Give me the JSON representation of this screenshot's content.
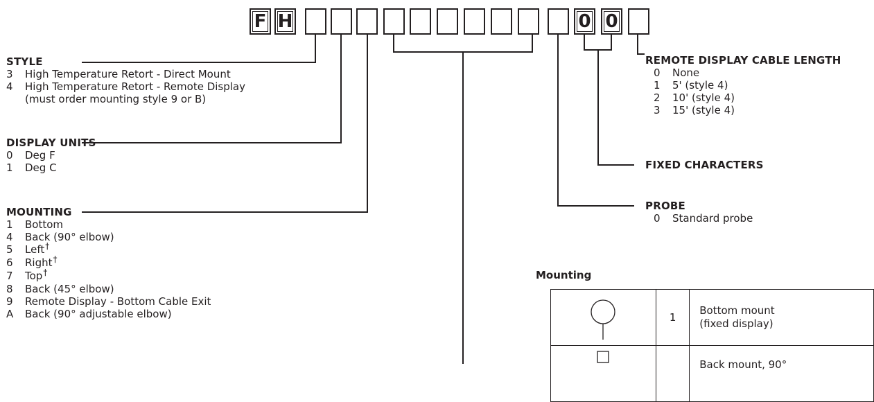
{
  "code_boxes": [
    "F",
    "H",
    "",
    "",
    "",
    "",
    "",
    "",
    "",
    "",
    "",
    "",
    "0",
    "0",
    ""
  ],
  "style": {
    "heading": "STYLE",
    "items": [
      {
        "code": "3",
        "label": "High Temperature Retort - Direct Mount"
      },
      {
        "code": "4",
        "label": "High Temperature Retort - Remote Display"
      }
    ],
    "note": "(must order mounting style 9 or B)"
  },
  "display_units": {
    "heading": "DISPLAY UNITS",
    "items": [
      {
        "code": "0",
        "label": "Deg F"
      },
      {
        "code": "1",
        "label": "Deg C"
      }
    ]
  },
  "mounting": {
    "heading": "MOUNTING",
    "dagger": "†",
    "items": [
      {
        "code": "1",
        "label": "Bottom"
      },
      {
        "code": "4",
        "label": "Back (90° elbow)"
      },
      {
        "code": "5",
        "label": "Left"
      },
      {
        "code": "6",
        "label": "Right"
      },
      {
        "code": "7",
        "label": "Top"
      },
      {
        "code": "8",
        "label": "Back (45° elbow)"
      },
      {
        "code": "9",
        "label": "Remote Display - Bottom Cable Exit"
      },
      {
        "code": "A",
        "label": "Back (90° adjustable elbow)"
      }
    ]
  },
  "remote_cable": {
    "heading": "REMOTE DISPLAY CABLE LENGTH",
    "items": [
      {
        "code": "0",
        "label": "None"
      },
      {
        "code": "1",
        "label": "5' (style 4)"
      },
      {
        "code": "2",
        "label": "10' (style 4)"
      },
      {
        "code": "3",
        "label": "15' (style 4)"
      }
    ]
  },
  "fixed_characters": {
    "heading": "FIXED CHARACTERS"
  },
  "probe": {
    "heading": "PROBE",
    "items": [
      {
        "code": "0",
        "label": "Standard probe"
      }
    ]
  },
  "mounting_table": {
    "heading": "Mounting",
    "rows": [
      {
        "num": "1",
        "desc_line1": "Bottom mount",
        "desc_line2": "(fixed display)"
      },
      {
        "num": "",
        "desc_line1": "Back mount, 90°",
        "desc_line2": ""
      }
    ]
  }
}
